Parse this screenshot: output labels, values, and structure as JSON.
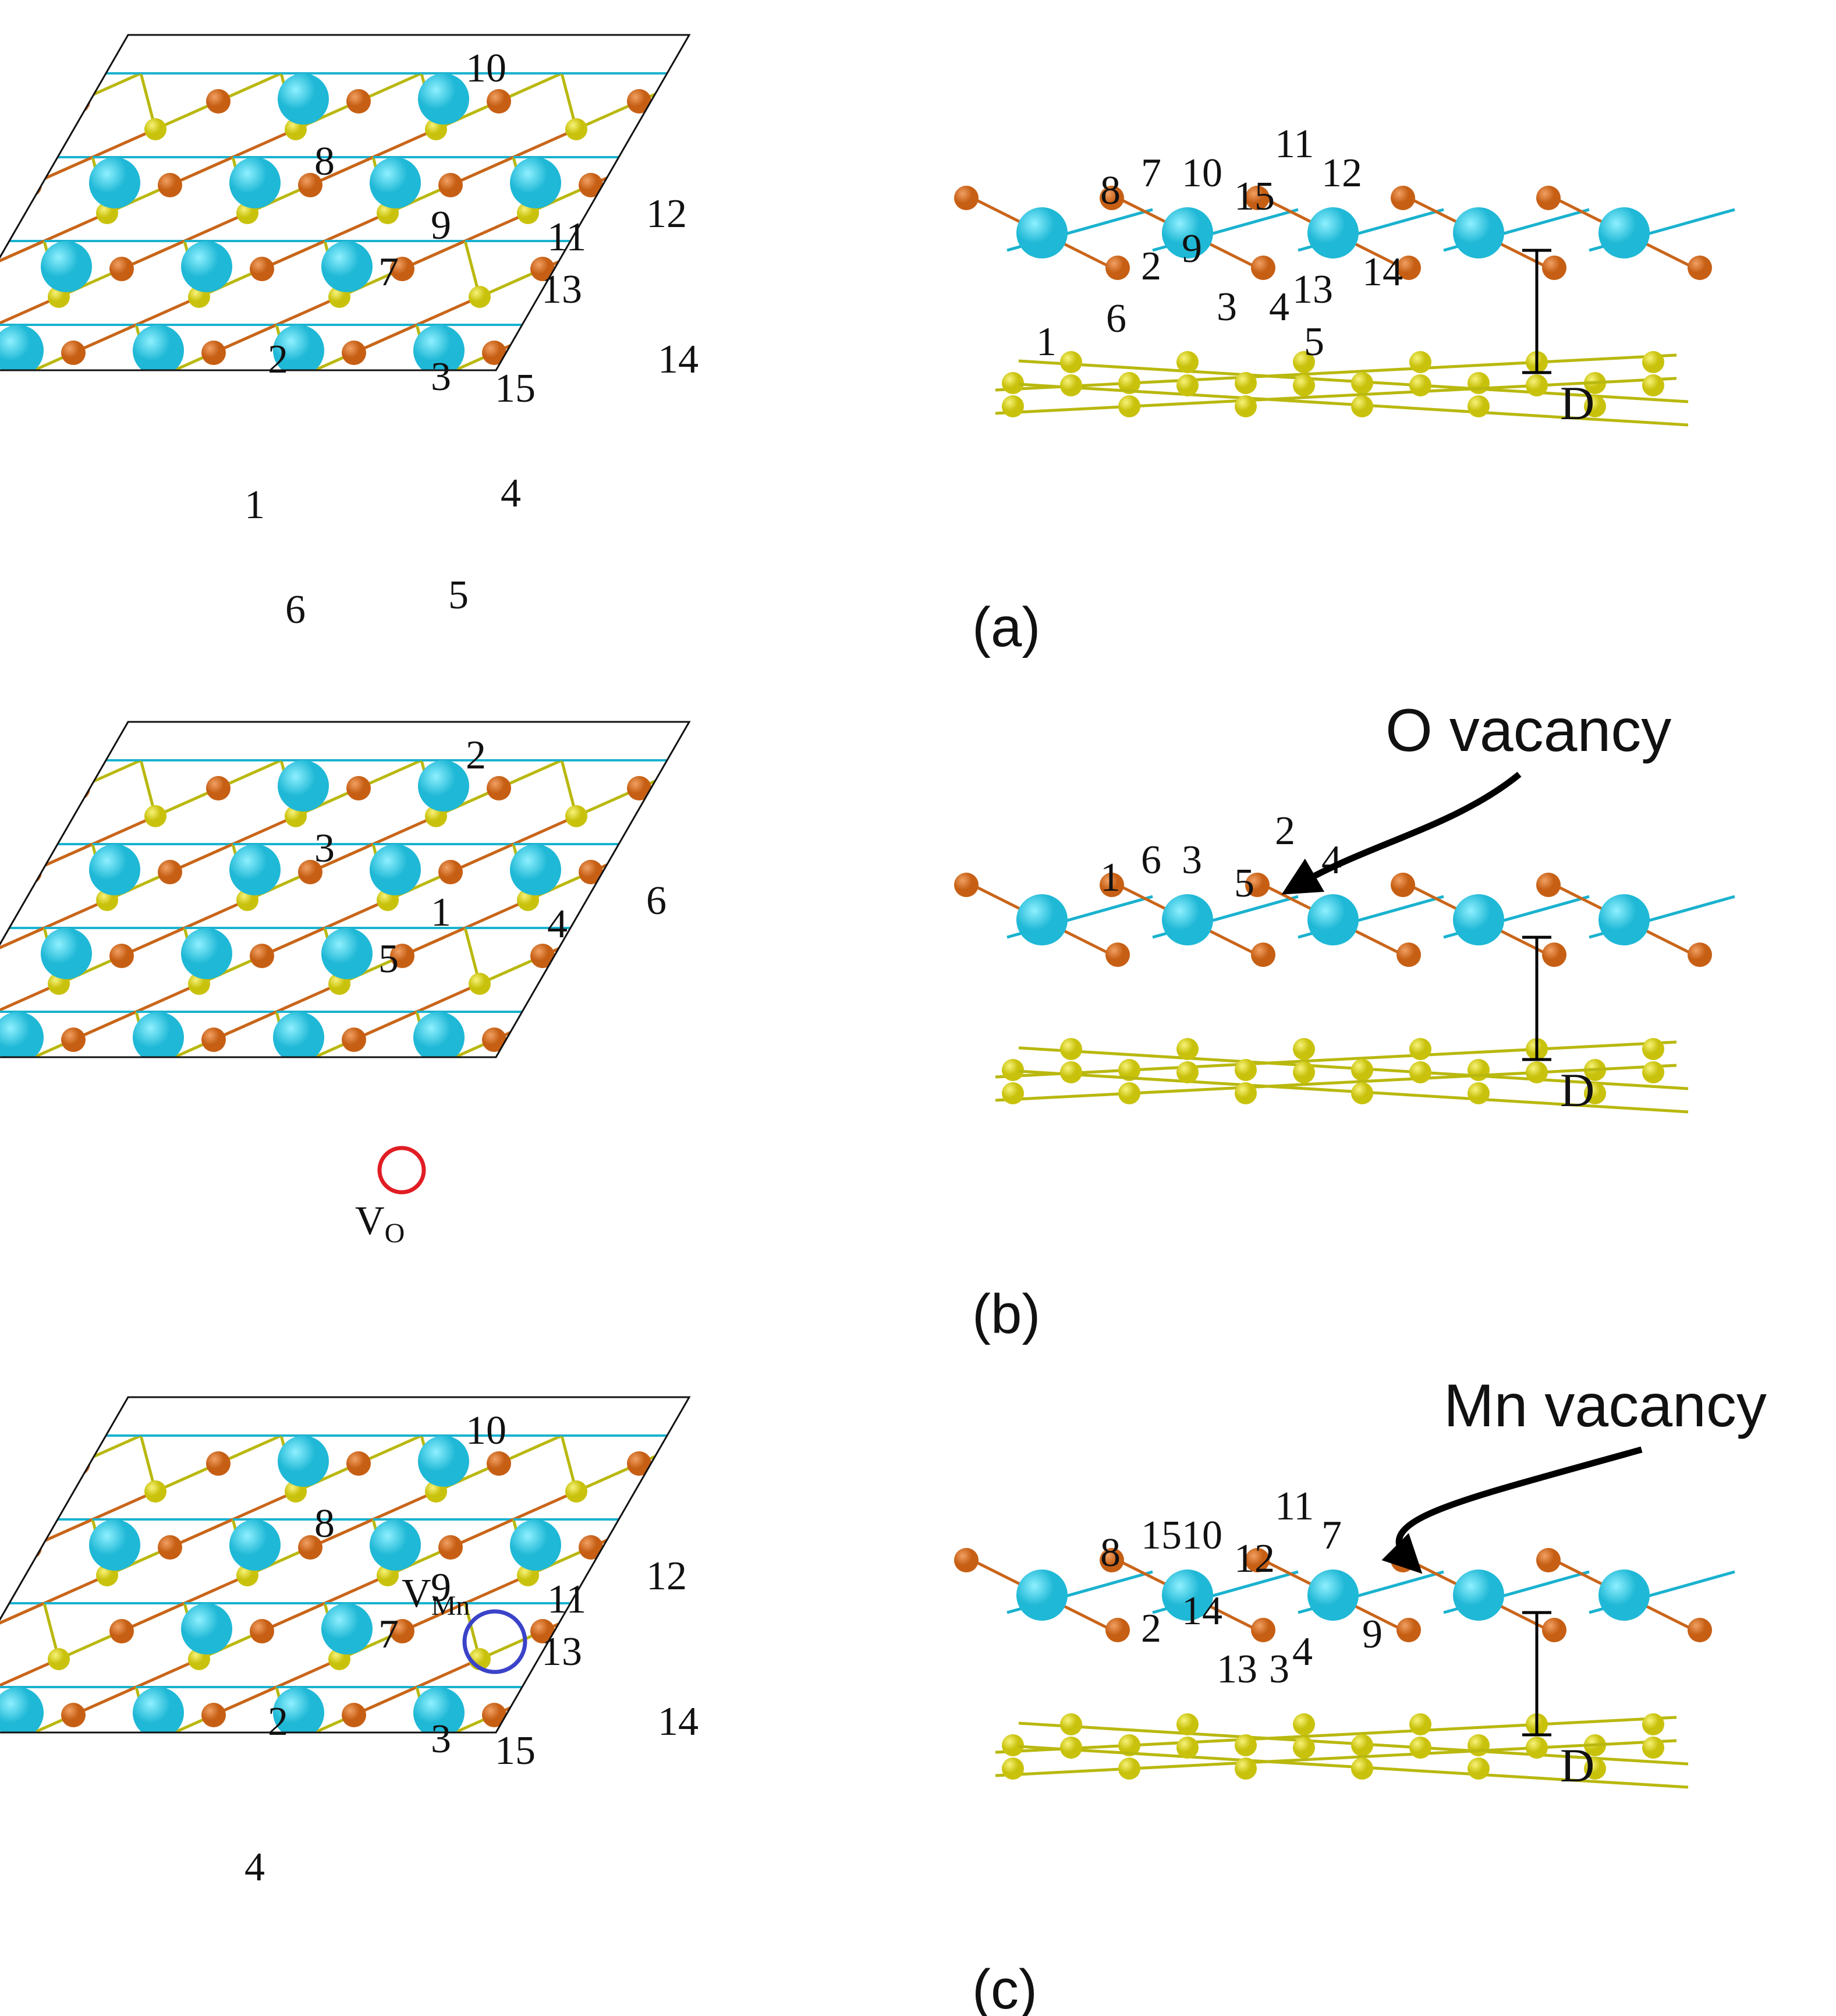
{
  "colors": {
    "mn_atom": "#1fb8d6",
    "o_atom": "#c65f14",
    "substrate_atom": "#c9c20c",
    "mn_bond": "#19b2cf",
    "o_bond": "#c9651a",
    "substrate_bond": "#b9b80f",
    "cell_outline": "#111111",
    "vo_marker": "#e11d24",
    "vmn_marker": "#3a43c8"
  },
  "panels": [
    {
      "id": "a",
      "label": "(a)",
      "top_view_labels": [
        "10",
        "8",
        "9",
        "11",
        "12",
        "7",
        "13",
        "2",
        "3",
        "15",
        "14",
        "1",
        "4",
        "6",
        "5"
      ],
      "side_view_labels": [
        "11",
        "10",
        "12",
        "8",
        "7",
        "15",
        "2",
        "9",
        "14",
        "3",
        "4",
        "13",
        "6",
        "1",
        "5"
      ],
      "distance_label": "D"
    },
    {
      "id": "b",
      "label": "(b)",
      "top_view_labels": [
        "2",
        "3",
        "1",
        "4",
        "6",
        "5"
      ],
      "vacancy_marker": {
        "text": "V",
        "subscript": "O",
        "kind": "oxygen"
      },
      "callout": "O vacancy",
      "side_view_labels": [
        "2",
        "3",
        "4",
        "1",
        "6",
        "5"
      ],
      "distance_label": "D"
    },
    {
      "id": "c",
      "label": "(c)",
      "top_view_labels": [
        "10",
        "8",
        "9",
        "11",
        "12",
        "7",
        "13",
        "2",
        "3",
        "15",
        "14",
        "4"
      ],
      "vacancy_marker": {
        "text": "V",
        "subscript": "Mn",
        "kind": "manganese"
      },
      "callout": "Mn vacancy",
      "side_view_labels": [
        "11",
        "10",
        "7",
        "8",
        "15",
        "12",
        "2",
        "14",
        "9",
        "13",
        "3",
        "4"
      ],
      "distance_label": "D"
    }
  ]
}
